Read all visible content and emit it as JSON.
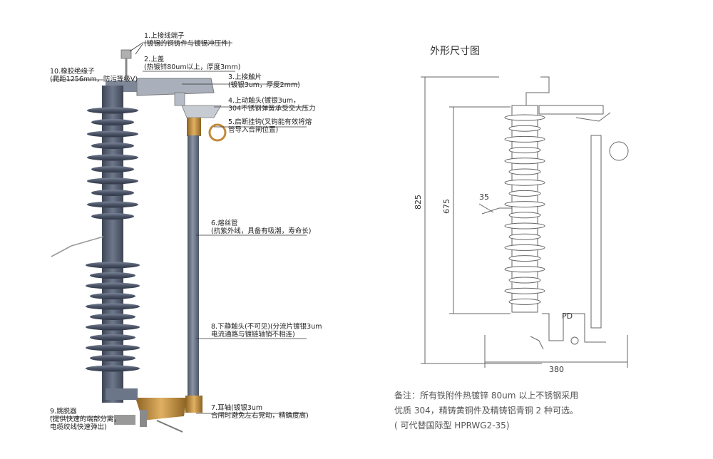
{
  "labels": {
    "l1": [
      "1.上接线端子",
      "(镀锡的铜铸件与镀锡冲压件)"
    ],
    "l2": [
      "2.上盖",
      "(热镀锌80um以上，厚度3mm)"
    ],
    "l3": [
      "3.上接触片",
      "(镀银3um，厚度2mm)"
    ],
    "l4": [
      "4.上动触头(镀银3um，",
      "304不锈钢弹簧承受交大压力"
    ],
    "l5": [
      "5.启断挂钩(叉钩能有效将熔",
      "管导入合闸位置)"
    ],
    "l6": [
      "6.熔丝管",
      "(抗紫外线，具备有吸潮，寿命长)"
    ],
    "l7": [
      "7.耳轴(镀银3um",
      "合闸时避免左右晃动，精确度高)"
    ],
    "l8": [
      "8.下静触头(不可见)(分流片镀银3um",
      "电流通路与镀链轴销不相连)"
    ],
    "l9": [
      "9.跳脱器",
      "(提供快速的端部分离，",
      "电缆绞线快速弹出)"
    ],
    "l10": [
      "10.橡胶绝缘子",
      "(爬距1256mm，防污等级Ⅴ)"
    ]
  },
  "drawing": {
    "title": "外形尺寸图",
    "dim_825": "825",
    "dim_675": "675",
    "dim_35": "35",
    "dim_380": "380",
    "pd": "PD"
  },
  "note": [
    "备注：所有铁附件热镀锌 80um 以上不锈钢采用",
    "优质 304，精铸黄铜件及精铸铝青铜 2 种可选。",
    "( 可代替国际型 HPRWG2-35)"
  ],
  "colors": {
    "insulator": "#4a5366",
    "insulator_light": "#6b7487",
    "tube": "#5f6a7c",
    "brass": "#c08a3a",
    "leader": "#333333",
    "line_drawing": "#666666"
  }
}
